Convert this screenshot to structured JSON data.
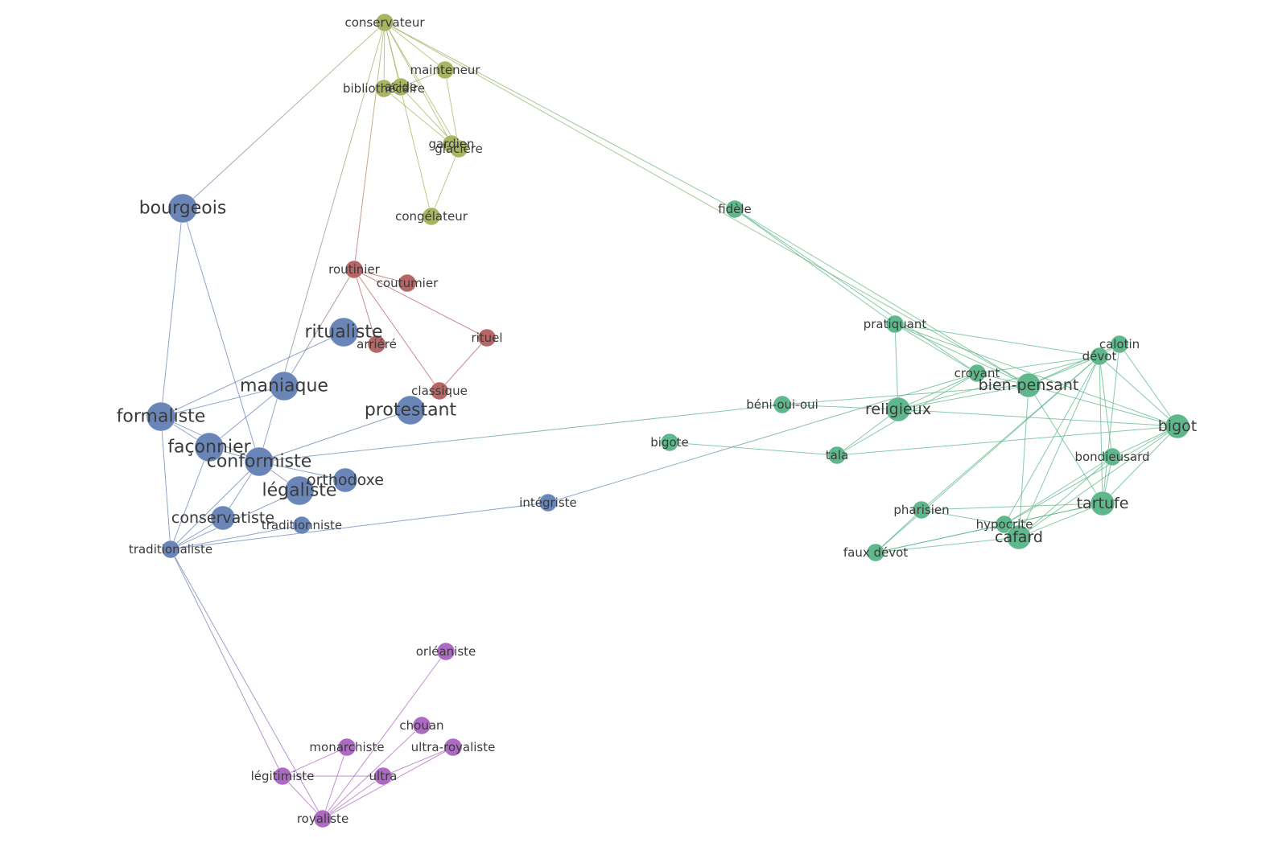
{
  "colors": {
    "blue": "#6a86b8",
    "olive": "#a9b561",
    "red": "#b86565",
    "green": "#5fb88c",
    "purple": "#ad6ac2"
  },
  "nodes": [
    {
      "id": "conservateur",
      "label": "conservateur",
      "group": "olive",
      "size": "small"
    },
    {
      "id": "mainteneur",
      "label": "mainteneur",
      "group": "olive",
      "size": "small"
    },
    {
      "id": "bibliothecaire",
      "label": "bibliothécaire",
      "group": "olive",
      "size": "small"
    },
    {
      "id": "acide",
      "label": "acide",
      "group": "olive",
      "size": "small"
    },
    {
      "id": "gardien",
      "label": "gardien",
      "group": "olive",
      "size": "small"
    },
    {
      "id": "glaciere",
      "label": "glacière",
      "group": "olive",
      "size": "small"
    },
    {
      "id": "congelateur",
      "label": "congélateur",
      "group": "olive",
      "size": "small"
    },
    {
      "id": "routinier",
      "label": "routinier",
      "group": "red",
      "size": "small"
    },
    {
      "id": "coutumier",
      "label": "coutumier",
      "group": "red",
      "size": "small"
    },
    {
      "id": "arriere",
      "label": "arriéré",
      "group": "red",
      "size": "small"
    },
    {
      "id": "rituel",
      "label": "rituel",
      "group": "red",
      "size": "small"
    },
    {
      "id": "classique",
      "label": "classique",
      "group": "red",
      "size": "small"
    },
    {
      "id": "bourgeois",
      "label": "bourgeois",
      "group": "blue",
      "size": "large"
    },
    {
      "id": "ritualiste",
      "label": "ritualiste",
      "group": "blue",
      "size": "large"
    },
    {
      "id": "maniaque",
      "label": "maniaque",
      "group": "blue",
      "size": "large"
    },
    {
      "id": "protestant",
      "label": "protestant",
      "group": "blue",
      "size": "large"
    },
    {
      "id": "formaliste",
      "label": "formaliste",
      "group": "blue",
      "size": "large"
    },
    {
      "id": "faconnier",
      "label": "façonnier",
      "group": "blue",
      "size": "large"
    },
    {
      "id": "conformiste",
      "label": "conformiste",
      "group": "blue",
      "size": "large"
    },
    {
      "id": "orthodoxe",
      "label": "orthodoxe",
      "group": "blue",
      "size": "medium"
    },
    {
      "id": "legaliste",
      "label": "légaliste",
      "group": "blue",
      "size": "large"
    },
    {
      "id": "conservatiste",
      "label": "conservatiste",
      "group": "blue",
      "size": "medium"
    },
    {
      "id": "traditionniste",
      "label": "traditionniste",
      "group": "blue",
      "size": "small"
    },
    {
      "id": "traditionaliste",
      "label": "traditionaliste",
      "group": "blue",
      "size": "small"
    },
    {
      "id": "integriste",
      "label": "intégriste",
      "group": "blue",
      "size": "small"
    },
    {
      "id": "fidele",
      "label": "fidèle",
      "group": "green",
      "size": "small"
    },
    {
      "id": "pratiquant",
      "label": "pratiquant",
      "group": "green",
      "size": "small"
    },
    {
      "id": "calotin",
      "label": "calotin",
      "group": "green",
      "size": "small"
    },
    {
      "id": "devot",
      "label": "dévot",
      "group": "green",
      "size": "small"
    },
    {
      "id": "croyant",
      "label": "croyant",
      "group": "green",
      "size": "small"
    },
    {
      "id": "bienpensant",
      "label": "bien-pensant",
      "group": "green",
      "size": "medium"
    },
    {
      "id": "benioui",
      "label": "béni-oui-oui",
      "group": "green",
      "size": "small"
    },
    {
      "id": "religieux",
      "label": "religieux",
      "group": "green",
      "size": "medium"
    },
    {
      "id": "bigot",
      "label": "bigot",
      "group": "green",
      "size": "medium"
    },
    {
      "id": "bigote",
      "label": "bigote",
      "group": "green",
      "size": "small"
    },
    {
      "id": "tala",
      "label": "tala",
      "group": "green",
      "size": "small"
    },
    {
      "id": "bondieusard",
      "label": "bondieusard",
      "group": "green",
      "size": "small"
    },
    {
      "id": "tartufe",
      "label": "tartufe",
      "group": "green",
      "size": "medium"
    },
    {
      "id": "pharisien",
      "label": "pharisien",
      "group": "green",
      "size": "small"
    },
    {
      "id": "hypocrite",
      "label": "hypocrite",
      "group": "green",
      "size": "small"
    },
    {
      "id": "cafard",
      "label": "cafard",
      "group": "green",
      "size": "medium"
    },
    {
      "id": "fauxdevot",
      "label": "faux dévot",
      "group": "green",
      "size": "small"
    },
    {
      "id": "orleaniste",
      "label": "orléaniste",
      "group": "purple",
      "size": "small"
    },
    {
      "id": "chouan",
      "label": "chouan",
      "group": "purple",
      "size": "small"
    },
    {
      "id": "monarchiste",
      "label": "monarchiste",
      "group": "purple",
      "size": "small"
    },
    {
      "id": "ultraroyaliste",
      "label": "ultra-royaliste",
      "group": "purple",
      "size": "small"
    },
    {
      "id": "legitimiste",
      "label": "légitimiste",
      "group": "purple",
      "size": "small"
    },
    {
      "id": "ultra",
      "label": "ultra",
      "group": "purple",
      "size": "small"
    },
    {
      "id": "royaliste",
      "label": "royaliste",
      "group": "purple",
      "size": "small"
    }
  ],
  "edges": [
    [
      "conservateur",
      "mainteneur"
    ],
    [
      "conservateur",
      "bibliothecaire"
    ],
    [
      "conservateur",
      "acide"
    ],
    [
      "conservateur",
      "gardien"
    ],
    [
      "conservateur",
      "glaciere"
    ],
    [
      "conservateur",
      "congelateur"
    ],
    [
      "conservateur",
      "bourgeois"
    ],
    [
      "conservateur",
      "routinier"
    ],
    [
      "conservateur",
      "conformiste"
    ],
    [
      "conservateur",
      "fidele"
    ],
    [
      "conservateur",
      "bienpensant"
    ],
    [
      "mainteneur",
      "glaciere"
    ],
    [
      "mainteneur",
      "acide"
    ],
    [
      "bibliothecaire",
      "gardien"
    ],
    [
      "acide",
      "glaciere"
    ],
    [
      "gardien",
      "glaciere"
    ],
    [
      "glaciere",
      "congelateur"
    ],
    [
      "routinier",
      "coutumier"
    ],
    [
      "routinier",
      "arriere"
    ],
    [
      "routinier",
      "rituel"
    ],
    [
      "routinier",
      "classique"
    ],
    [
      "routinier",
      "maniaque"
    ],
    [
      "rituel",
      "classique"
    ],
    [
      "bourgeois",
      "formaliste"
    ],
    [
      "bourgeois",
      "conformiste"
    ],
    [
      "ritualiste",
      "formaliste"
    ],
    [
      "maniaque",
      "formaliste"
    ],
    [
      "maniaque",
      "faconnier"
    ],
    [
      "formaliste",
      "faconnier"
    ],
    [
      "formaliste",
      "conformiste"
    ],
    [
      "formaliste",
      "traditionaliste"
    ],
    [
      "faconnier",
      "conformiste"
    ],
    [
      "faconnier",
      "traditionaliste"
    ],
    [
      "conformiste",
      "protestant"
    ],
    [
      "conformiste",
      "orthodoxe"
    ],
    [
      "conformiste",
      "legaliste"
    ],
    [
      "conformiste",
      "conservatiste"
    ],
    [
      "conformiste",
      "traditionaliste"
    ],
    [
      "conformiste",
      "benioui"
    ],
    [
      "conservatiste",
      "traditionaliste"
    ],
    [
      "traditionniste",
      "traditionaliste"
    ],
    [
      "legaliste",
      "traditionaliste"
    ],
    [
      "traditionaliste",
      "integriste"
    ],
    [
      "traditionaliste",
      "royaliste"
    ],
    [
      "traditionaliste",
      "legitimiste"
    ],
    [
      "integriste",
      "croyant"
    ],
    [
      "fidele",
      "pratiquant"
    ],
    [
      "fidele",
      "bienpensant"
    ],
    [
      "fidele",
      "croyant"
    ],
    [
      "pratiquant",
      "religieux"
    ],
    [
      "pratiquant",
      "bienpensant"
    ],
    [
      "pratiquant",
      "devot"
    ],
    [
      "pratiquant",
      "bigot"
    ],
    [
      "pratiquant",
      "croyant"
    ],
    [
      "calotin",
      "devot"
    ],
    [
      "calotin",
      "bigot"
    ],
    [
      "calotin",
      "bienpensant"
    ],
    [
      "calotin",
      "tartufe"
    ],
    [
      "devot",
      "bienpensant"
    ],
    [
      "devot",
      "croyant"
    ],
    [
      "devot",
      "religieux"
    ],
    [
      "devot",
      "bigot"
    ],
    [
      "devot",
      "tartufe"
    ],
    [
      "devot",
      "cafard"
    ],
    [
      "devot",
      "hypocrite"
    ],
    [
      "devot",
      "bondieusard"
    ],
    [
      "devot",
      "pharisien"
    ],
    [
      "devot",
      "fauxdevot"
    ],
    [
      "croyant",
      "bienpensant"
    ],
    [
      "croyant",
      "religieux"
    ],
    [
      "croyant",
      "tala"
    ],
    [
      "bienpensant",
      "religieux"
    ],
    [
      "bienpensant",
      "benioui"
    ],
    [
      "bienpensant",
      "bigot"
    ],
    [
      "bienpensant",
      "tartufe"
    ],
    [
      "bienpensant",
      "cafard"
    ],
    [
      "benioui",
      "religieux"
    ],
    [
      "religieux",
      "bigot"
    ],
    [
      "religieux",
      "tala"
    ],
    [
      "bigot",
      "tala"
    ],
    [
      "bigot",
      "bondieusard"
    ],
    [
      "bigot",
      "tartufe"
    ],
    [
      "bigot",
      "cafard"
    ],
    [
      "bigot",
      "hypocrite"
    ],
    [
      "bigote",
      "tala"
    ],
    [
      "bondieusard",
      "tartufe"
    ],
    [
      "bondieusard",
      "cafard"
    ],
    [
      "bondieusard",
      "hypocrite"
    ],
    [
      "tartufe",
      "pharisien"
    ],
    [
      "tartufe",
      "hypocrite"
    ],
    [
      "tartufe",
      "cafard"
    ],
    [
      "tartufe",
      "fauxdevot"
    ],
    [
      "pharisien",
      "hypocrite"
    ],
    [
      "pharisien",
      "fauxdevot"
    ],
    [
      "hypocrite",
      "cafard"
    ],
    [
      "hypocrite",
      "fauxdevot"
    ],
    [
      "cafard",
      "fauxdevot"
    ],
    [
      "orleaniste",
      "royaliste"
    ],
    [
      "chouan",
      "royaliste"
    ],
    [
      "monarchiste",
      "royaliste"
    ],
    [
      "monarchiste",
      "legitimiste"
    ],
    [
      "ultraroyaliste",
      "royaliste"
    ],
    [
      "ultraroyaliste",
      "ultra"
    ],
    [
      "legitimiste",
      "ultra"
    ],
    [
      "legitimiste",
      "royaliste"
    ],
    [
      "ultra",
      "royaliste"
    ]
  ]
}
